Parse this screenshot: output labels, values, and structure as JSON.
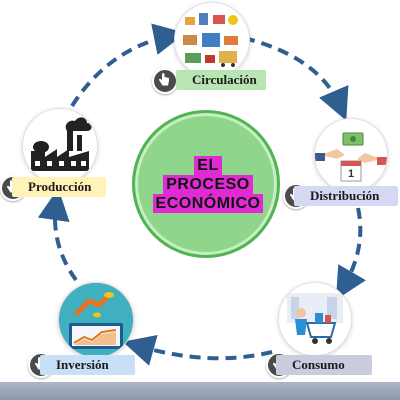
{
  "diagram": {
    "center": {
      "line1": "EL",
      "line2": "PROCESO",
      "line3": "ECONÓMICO"
    },
    "stages": [
      {
        "label": "Circulación",
        "icon": "logistics-icon"
      },
      {
        "label": "Distribución",
        "icon": "money-exchange-icon"
      },
      {
        "label": "Consumo",
        "icon": "shopping-cart-icon"
      },
      {
        "label": "Inversión",
        "icon": "investment-chart-icon"
      },
      {
        "label": "Producción",
        "icon": "factory-icon"
      }
    ],
    "colors": {
      "center_fill": "#8fd68c",
      "center_highlight": "#e02bd4",
      "arrow": "#2f5f90",
      "circulacion_tag": "#b8e6b2",
      "produccion_tag": "#fff3b8",
      "distribucion_tag": "#d6d9f3",
      "inversion_tag": "#c8e0f5",
      "consumo_tag": "#c8ccdc"
    }
  }
}
